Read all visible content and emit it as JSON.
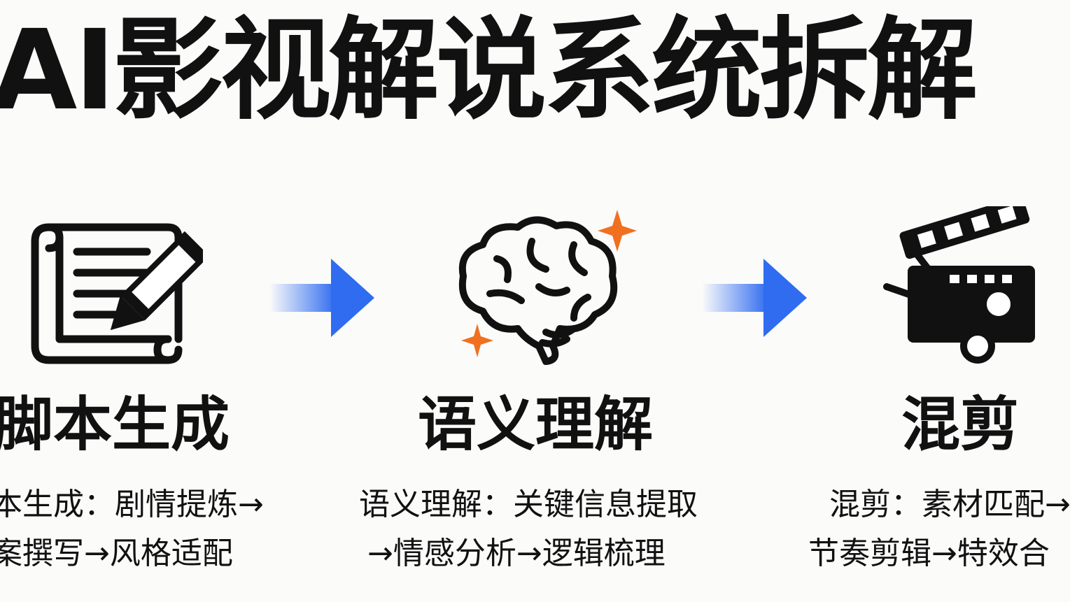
{
  "title": "AI影视解说系统拆解",
  "colors": {
    "arrow": "#2f6cf0",
    "sparkle": "#f07020",
    "ink": "#111111"
  },
  "steps": [
    {
      "icon": "script-scroll-pencil-icon",
      "heading": "脚本生成",
      "desc": [
        "本生成：剧情提炼→",
        "案撰写→风格适配"
      ]
    },
    {
      "icon": "brain-sparkle-icon",
      "heading": "语义理解",
      "desc": [
        "语义理解：关键信息提取",
        "→情感分析→逻辑梳理"
      ]
    },
    {
      "icon": "clapperboard-scissors-icon",
      "heading": "混剪",
      "desc": [
        "混剪：素材匹配→",
        "节奏剪辑→特效合"
      ]
    }
  ]
}
